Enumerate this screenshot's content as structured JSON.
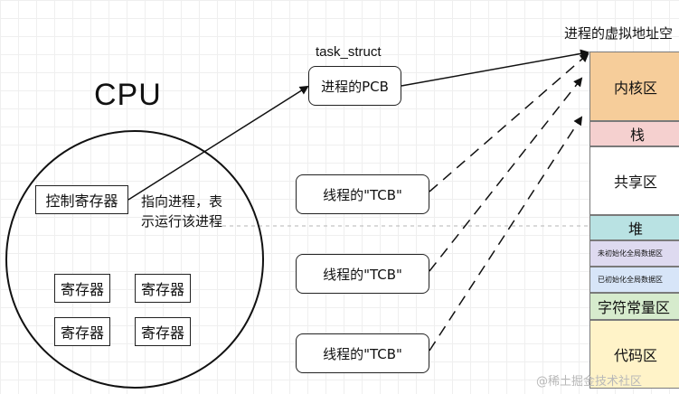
{
  "cpu": {
    "title": "CPU",
    "control_register": "控制寄存器",
    "registers": [
      "寄存器",
      "寄存器",
      "寄存器",
      "寄存器"
    ],
    "pointer_note_line1": "指向进程，表",
    "pointer_note_line2": "示运行该进程"
  },
  "process": {
    "task_struct_label": "task_struct",
    "pcb_label": "进程的PCB"
  },
  "threads": [
    {
      "label": "线程的\"TCB\""
    },
    {
      "label": "线程的\"TCB\""
    },
    {
      "label": "线程的\"TCB\""
    }
  ],
  "address_space": {
    "title": "进程的虚拟地址空",
    "segments": [
      {
        "label": "内核区",
        "color": "#f6cd9a"
      },
      {
        "label": "栈",
        "color": "#f5d0cf"
      },
      {
        "label": "共享区",
        "color": "#ffffff"
      },
      {
        "label": "堆",
        "color": "#b9e2e3"
      },
      {
        "label": "未初始化全局数据区",
        "color": "#dedaf0"
      },
      {
        "label": "已初始化全局数据区",
        "color": "#d7e5f8"
      },
      {
        "label": "字符常量区",
        "color": "#d6ebcd"
      },
      {
        "label": "代码区",
        "color": "#fff3c8"
      }
    ]
  },
  "watermark": "@稀土掘金技术社区"
}
